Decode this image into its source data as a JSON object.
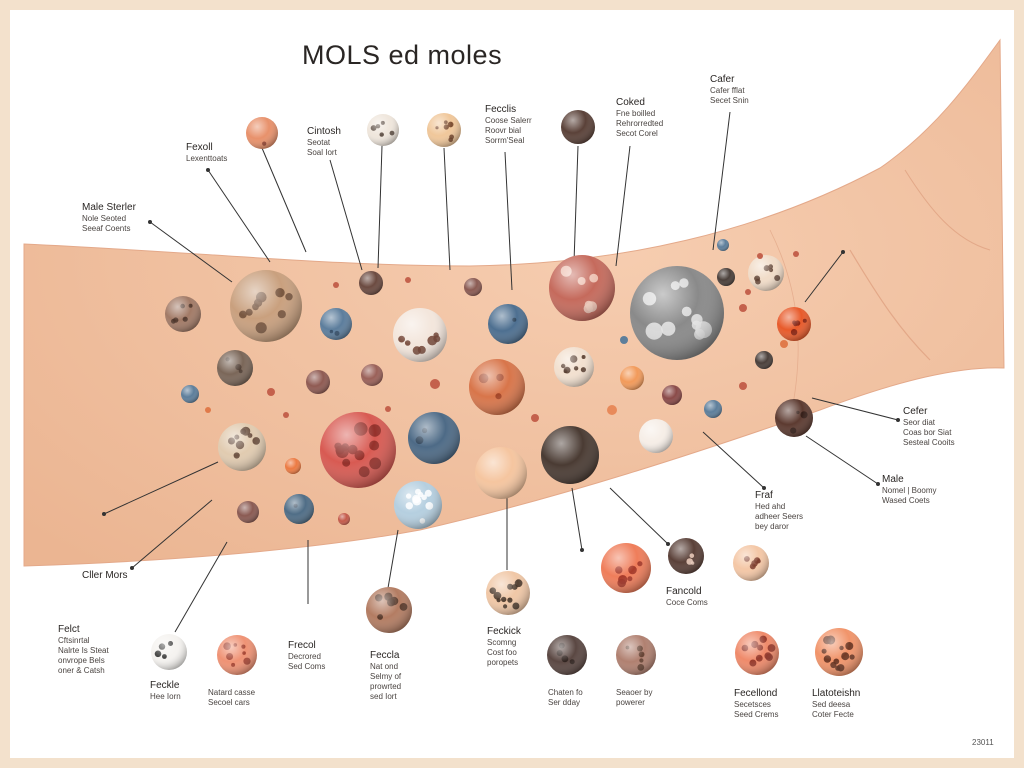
{
  "title": "MOLS ed moles",
  "figure_number": "23011",
  "colors": {
    "frame": "#f3e1cc",
    "skin": "#f2c2a2",
    "leader": "#333333"
  },
  "labels": [
    {
      "heading": "Fexoll",
      "lines": [
        "Lexenttoats"
      ]
    },
    {
      "heading": "Cintosh",
      "lines": [
        "Seotat",
        "Soal Iort"
      ]
    },
    {
      "heading": "Fecclis",
      "lines": [
        "Coose Salerr",
        "Roovr bial",
        "Sorrm'Seal"
      ]
    },
    {
      "heading": "Coked",
      "lines": [
        "Fne boilled",
        "Rehrorredted",
        "Secot Corel"
      ]
    },
    {
      "heading": "Cafer",
      "lines": [
        "Cafer fflat",
        "Secet Snin"
      ]
    },
    {
      "heading": "Male Sterler",
      "lines": [
        "Nole Seoted",
        "Seeaf Coents"
      ]
    },
    {
      "heading": "Cefer",
      "lines": [
        "Seor diat",
        "Coas bor Siat",
        "Sesteal Cooits"
      ]
    },
    {
      "heading": "Male",
      "lines": [
        "Nomel | Boomy",
        "Wased Coets"
      ]
    },
    {
      "heading": "Fraf",
      "lines": [
        "Hed ahd",
        "adheer Seers",
        "bey daror"
      ]
    },
    {
      "heading": "Cller Mors",
      "lines": []
    },
    {
      "heading": "Fancold",
      "lines": [
        "Coce Coms"
      ]
    },
    {
      "heading": "Felct",
      "lines": [
        "Cftsinrtal",
        "Nalrte Is Steat",
        "onvrope Bels",
        "oner & Catsh"
      ]
    },
    {
      "heading": "Feckle",
      "lines": [
        "Hee Iorn"
      ]
    },
    {
      "heading": "",
      "lines": [
        "Natard casse",
        "Secoel cars"
      ]
    },
    {
      "heading": "Frecol",
      "lines": [
        "Decrored",
        "Sed Coms"
      ]
    },
    {
      "heading": "Feccla",
      "lines": [
        "Nat ond",
        "Selmy of",
        "prowrted",
        "sed Iort"
      ]
    },
    {
      "heading": "Feckick",
      "lines": [
        "Scomng",
        "Cost foo",
        "poropets"
      ]
    },
    {
      "heading": "",
      "lines": [
        "Chaten fo",
        "Ser dday"
      ]
    },
    {
      "heading": "",
      "lines": [
        "Seaoer by",
        "powerer"
      ]
    },
    {
      "heading": "Fecellond",
      "lines": [
        "Secetsces",
        "Seed Crems"
      ]
    },
    {
      "heading": "Llatoteishn",
      "lines": [
        "Sed deesa",
        "Coter Fecte"
      ]
    }
  ]
}
